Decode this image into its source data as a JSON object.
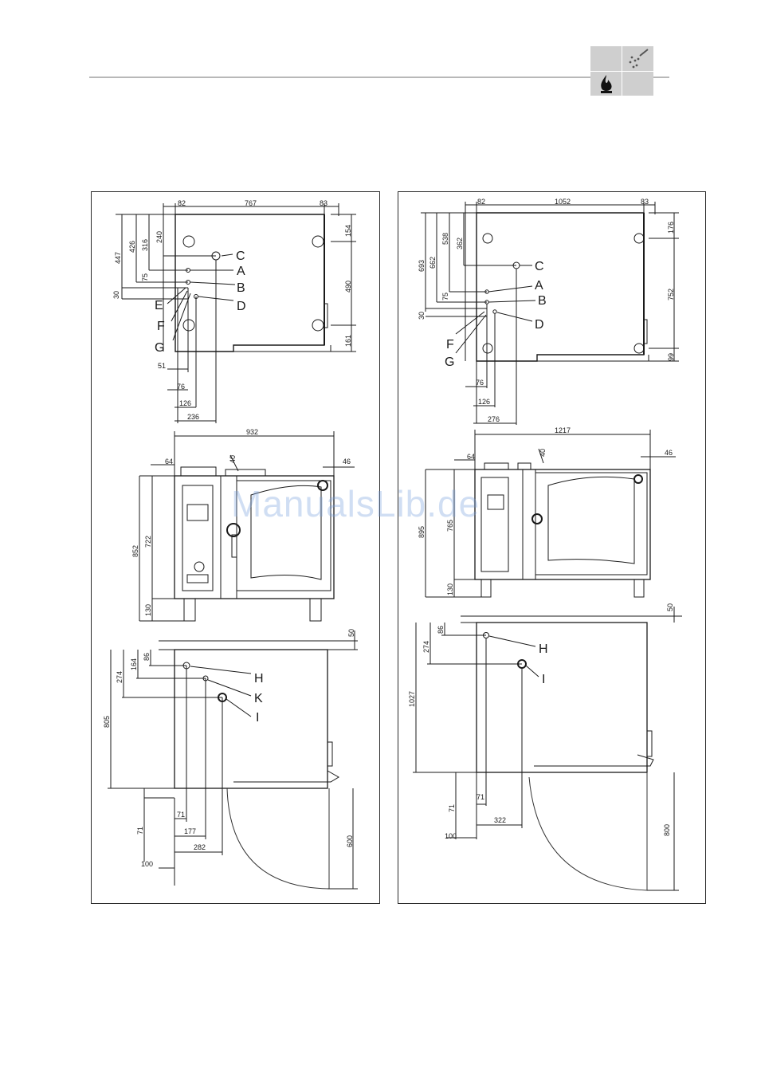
{
  "header": {
    "icons": [
      "flame-icon",
      "water-spray-icon"
    ]
  },
  "watermark": "ManualsLib.de",
  "left_panel": {
    "top_view": {
      "widths": [
        "82",
        "767",
        "83"
      ],
      "left_heights": [
        "447",
        "426",
        "316",
        "240",
        "75",
        "30"
      ],
      "right_heights": [
        "154",
        "490",
        "161"
      ],
      "bottom_dims": [
        "51",
        "76",
        "126",
        "236"
      ],
      "labels": {
        "C": "C",
        "A": "A",
        "B": "B",
        "E": "E",
        "D": "D",
        "F": "F",
        "G": "G"
      }
    },
    "front_view": {
      "width": "932",
      "top_dims": [
        "64",
        "40",
        "46"
      ],
      "heights": [
        "852",
        "722",
        "130"
      ]
    },
    "side_view": {
      "top_right": "50",
      "left_heights": [
        "805",
        "274",
        "164",
        "86"
      ],
      "bottom_dims": [
        "71",
        "177",
        "282",
        "71",
        "100"
      ],
      "door": "600",
      "labels": {
        "H": "H",
        "K": "K",
        "I": "I"
      }
    }
  },
  "right_panel": {
    "top_view": {
      "widths": [
        "82",
        "1052",
        "83"
      ],
      "left_heights": [
        "693",
        "662",
        "538",
        "362",
        "75",
        "30"
      ],
      "right_heights": [
        "176",
        "752",
        "99"
      ],
      "bottom_dims": [
        "76",
        "126",
        "276"
      ],
      "labels": {
        "C": "C",
        "A": "A",
        "B": "B",
        "D": "D",
        "F": "F",
        "G": "G"
      }
    },
    "front_view": {
      "width": "1217",
      "top_dims": [
        "64",
        "40",
        "46"
      ],
      "heights": [
        "895",
        "765",
        "130"
      ]
    },
    "side_view": {
      "top_right": "50",
      "left_heights": [
        "1027",
        "274",
        "86"
      ],
      "bottom_dims": [
        "71",
        "71",
        "322",
        "100"
      ],
      "door": "800",
      "labels": {
        "H": "H",
        "I": "I"
      }
    }
  }
}
